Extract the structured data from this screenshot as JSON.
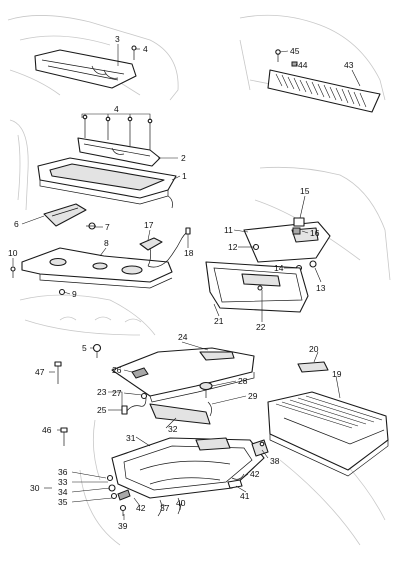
{
  "callouts": {
    "c1": "1",
    "c2": "2",
    "c3": "3",
    "c4a": "4",
    "c4b": "4",
    "c5": "5",
    "c6": "6",
    "c7": "7",
    "c8": "8",
    "c9": "9",
    "c10": "10",
    "c11": "11",
    "c12": "12",
    "c13": "13",
    "c14": "14",
    "c15": "15",
    "c16": "16",
    "c17": "17",
    "c18": "18",
    "c19": "19",
    "c20": "20",
    "c21": "21",
    "c22": "22",
    "c23": "23",
    "c24": "24",
    "c25": "25",
    "c26": "26",
    "c27": "27",
    "c28": "28",
    "c29": "29",
    "c30": "30",
    "c31": "31",
    "c32": "32",
    "c33": "33",
    "c34": "34",
    "c35": "35",
    "c36": "36",
    "c37": "37",
    "c38": "38",
    "c39": "39",
    "c40": "40",
    "c41": "41",
    "c42a": "42",
    "c42b": "42",
    "c43": "43",
    "c44": "44",
    "c45": "45",
    "c46": "46",
    "c47": "47"
  }
}
